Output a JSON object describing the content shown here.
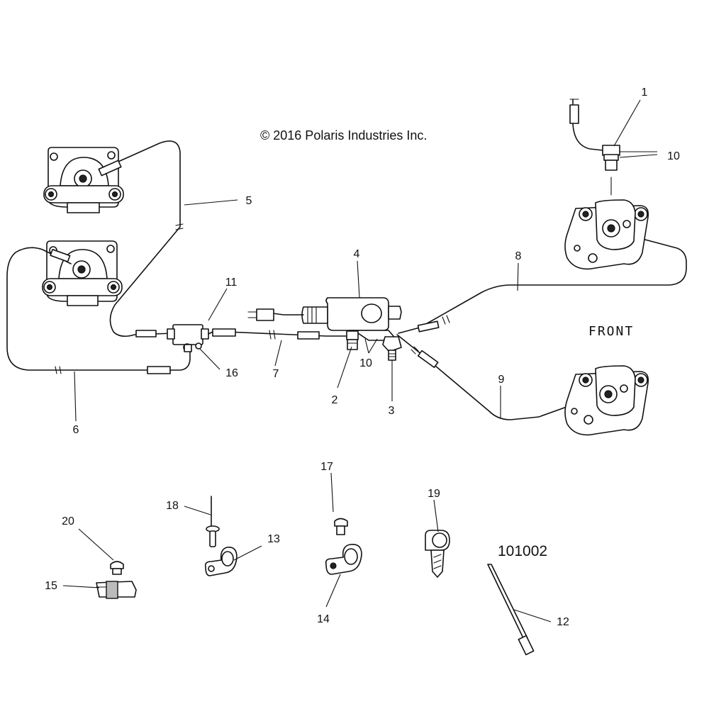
{
  "copyright": "© 2016 Polaris Industries Inc.",
  "direction_label": "FRONT",
  "figure_number": "101002",
  "callouts": [
    "1",
    "10",
    "5",
    "4",
    "8",
    "11",
    "16",
    "7",
    "2",
    "10",
    "3",
    "9",
    "6",
    "17",
    "19",
    "18",
    "13",
    "20",
    "15",
    "14",
    "12"
  ],
  "icons": [
    "brake-caliper-icon",
    "brake-line-icon",
    "master-cylinder-icon",
    "brake-switch-icon",
    "tee-block-icon",
    "cable-clamp-icon",
    "push-rivet-icon",
    "screw-icon",
    "cable-tie-icon",
    "p-clip-icon",
    "banjo-bolt-icon"
  ]
}
